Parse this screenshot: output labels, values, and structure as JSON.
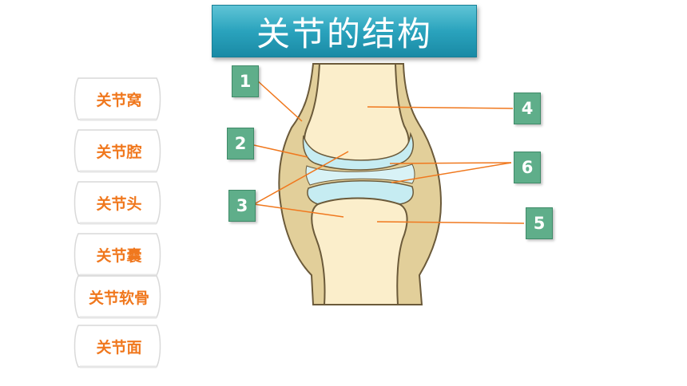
{
  "title": "关节的结构",
  "terms": [
    {
      "label": "关节窝"
    },
    {
      "label": "关节腔"
    },
    {
      "label": "关节头"
    },
    {
      "label": "关节囊"
    },
    {
      "label": "关节软骨"
    },
    {
      "label": "关节面"
    }
  ],
  "markers": [
    "1",
    "2",
    "3",
    "4",
    "5",
    "6"
  ],
  "colors": {
    "banner": "#2aa3bd",
    "term_text": "#f0781e",
    "marker_bg": "#5fae8a",
    "leader_line": "#f0781e",
    "bone": "#fbeecb",
    "capsule": "#e2cf9a",
    "cartilage": "#c6ecf2"
  }
}
